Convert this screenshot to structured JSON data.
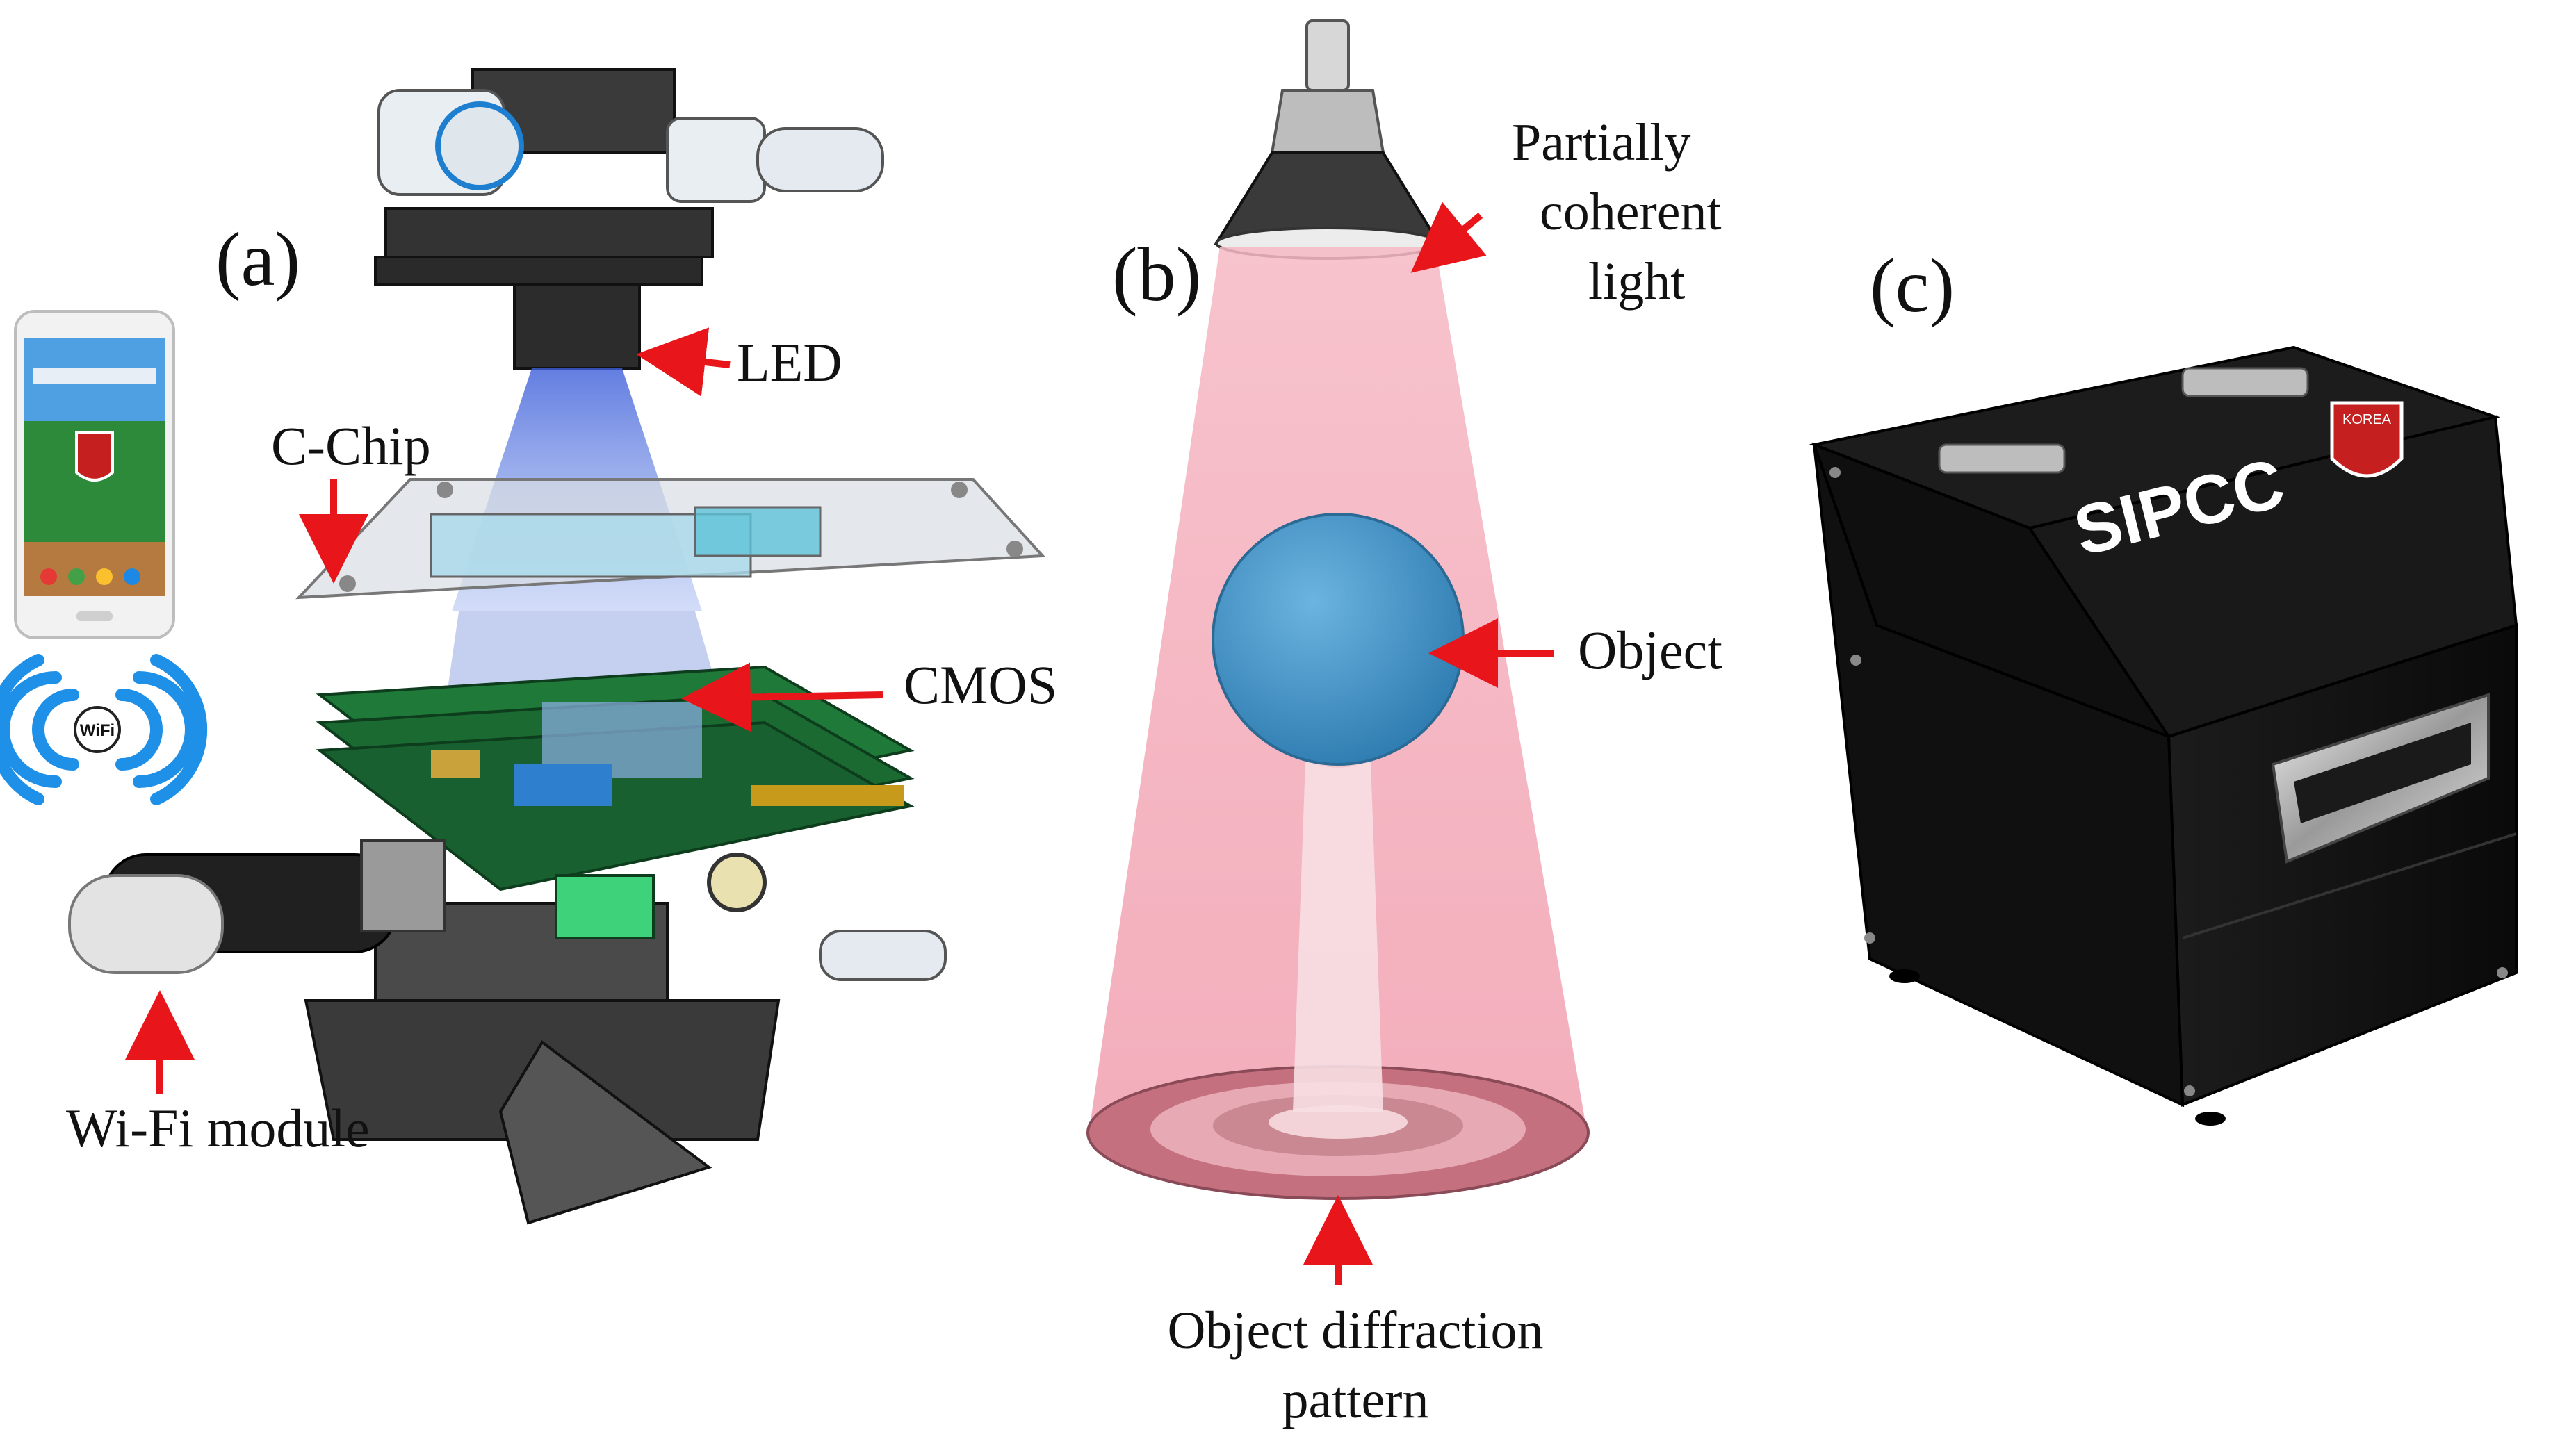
{
  "panels": {
    "a": {
      "label": "(a)",
      "callouts": {
        "led": "LED",
        "cchip": "C-Chip",
        "cmos": "CMOS",
        "wifi_module": "Wi-Fi module"
      },
      "wifi_badge": "WiFi"
    },
    "b": {
      "label": "(b)",
      "callouts": {
        "light_1": "Partially",
        "light_2": "coherent",
        "light_3": "light",
        "object": "Object",
        "pattern_1": "Object diffraction",
        "pattern_2": "pattern"
      }
    },
    "c": {
      "label": "(c)",
      "device_name": "SIPCC",
      "badge_text": "KOREA"
    }
  },
  "colors": {
    "arrow": "#e8161b",
    "led_beam": "#4a6ee0",
    "pink_beam": "#f3a7b4",
    "object_sphere": "#3e8fc4",
    "pcb_green": "#1f7a3a",
    "device_black": "#141414"
  }
}
